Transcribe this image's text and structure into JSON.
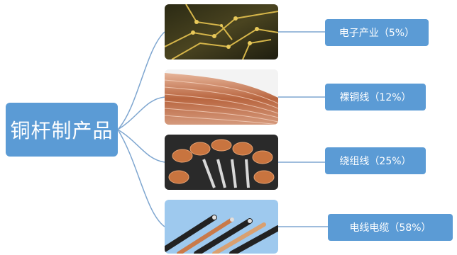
{
  "root": {
    "label": "铜杆制产品"
  },
  "products": [
    {
      "label": "电子产业（5%）",
      "image": "circuit-board-photo"
    },
    {
      "label": "裸铜线（12%）",
      "image": "bare-copper-wire-photo"
    },
    {
      "label": "绕组线（25%）",
      "image": "winding-wire-photo"
    },
    {
      "label": "电线电缆（58%）",
      "image": "electric-cable-photo"
    }
  ],
  "colors": {
    "box_fill": "#5b9bd5",
    "connector": "#7ea6d0",
    "text_on_box": "#ffffff"
  }
}
